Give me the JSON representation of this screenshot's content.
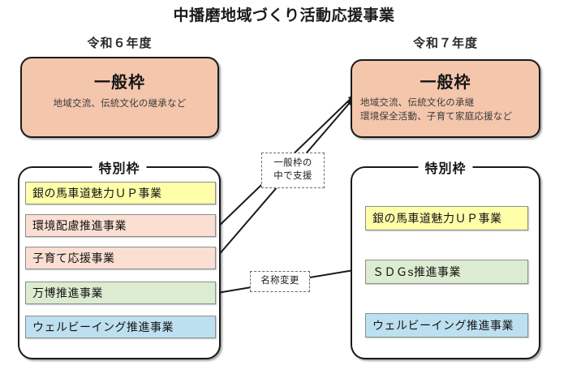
{
  "page": {
    "title": "中播磨地域づくり活動応援事業",
    "background_color": "#ffffff"
  },
  "columns": {
    "left": {
      "year_label": "令和６年度",
      "general": {
        "title": "一般枠",
        "description": "地域交流、伝統文化の継承など",
        "fill_color": "#f4c6ac"
      },
      "special": {
        "label": "特別枠",
        "items": [
          {
            "label": "銀の馬車道魅力ＵＰ事業",
            "fill_color": "#ffffaa"
          },
          {
            "label": "環境配慮推進事業",
            "fill_color": "#fadfd2"
          },
          {
            "label": "子育て応援事業",
            "fill_color": "#fadfd2"
          },
          {
            "label": "万博推進事業",
            "fill_color": "#dcecd0"
          },
          {
            "label": "ウェルビーイング推進事業",
            "fill_color": "#bde0f0"
          }
        ]
      }
    },
    "right": {
      "year_label": "令和７年度",
      "general": {
        "title": "一般枠",
        "description_line1": "地域交流、伝統文化の承継",
        "description_line2": "環境保全活動、子育て家庭応援など",
        "fill_color": "#f4c6ac"
      },
      "special": {
        "label": "特別枠",
        "items": [
          {
            "label": "銀の馬車道魅力ＵＰ事業",
            "fill_color": "#ffffaa"
          },
          {
            "label": "ＳＤＧs推進事業",
            "fill_color": "#dcecd0"
          },
          {
            "label": "ウェルビーイング推進事業",
            "fill_color": "#bde0f0"
          }
        ]
      }
    }
  },
  "annotations": [
    {
      "id": "support",
      "line1": "一般枠の",
      "line2": "中で支援"
    },
    {
      "id": "rename",
      "line1": "名称変更",
      "line2": ""
    }
  ],
  "connectors": {
    "stroke_color": "#1a1a1a",
    "arrows": [
      {
        "from": "環境配慮推進事業",
        "to": "一般枠 (令和７年度)",
        "note": "一般枠の中で支援"
      },
      {
        "from": "子育て応援事業",
        "to": "一般枠 (令和７年度)",
        "note": "一般枠の中で支援"
      },
      {
        "from": "万博推進事業",
        "to": "ＳＤＧs推進事業",
        "note": "名称変更"
      }
    ]
  }
}
